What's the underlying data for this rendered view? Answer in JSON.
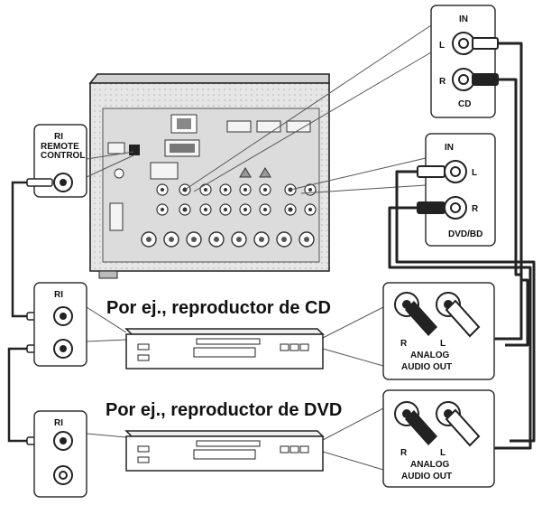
{
  "panel_cd": {
    "in_label": "IN",
    "left": "L",
    "right": "R",
    "name": "CD"
  },
  "panel_dvd": {
    "in_label": "IN",
    "left": "L",
    "right": "R",
    "name": "DVD/BD"
  },
  "remote": {
    "symbol": "RI",
    "line1": "REMOTE",
    "line2": "CONTROL"
  },
  "ri_symbol": "RI",
  "cd_player": {
    "caption": "Por ej., reproductor de CD",
    "right": "R",
    "left": "L",
    "out_line1": "ANALOG",
    "out_line2": "AUDIO OUT"
  },
  "dvd_player": {
    "caption": "Por ej., reproductor de DVD",
    "right": "R",
    "left": "L",
    "out_line1": "ANALOG",
    "out_line2": "AUDIO OUT"
  }
}
